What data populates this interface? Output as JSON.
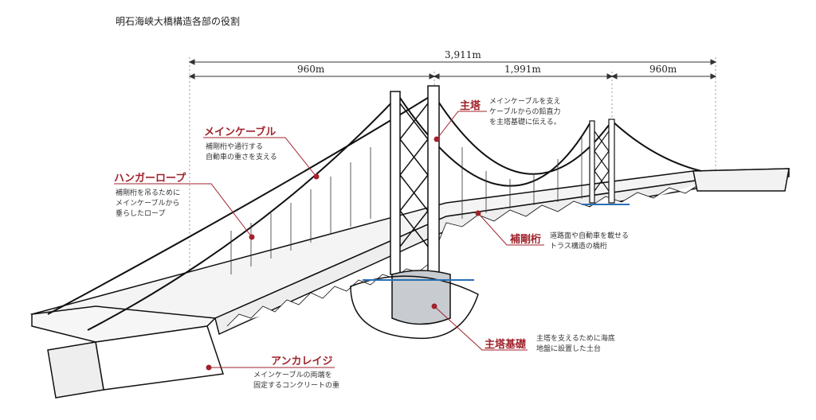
{
  "title": "明石海峡大橋構造各部の役割",
  "dimensions": {
    "total": "3,911m",
    "side_left": "960m",
    "center": "1,991m",
    "side_right": "960m"
  },
  "labels": [
    {
      "id": "main-cable",
      "name": "メインケーブル",
      "desc": "補剛桁や通行する\n自動車の重さを支える"
    },
    {
      "id": "hanger-rope",
      "name": "ハンガーロープ",
      "desc": "補剛桁を吊るために\nメインケーブルから\n垂らしたロープ"
    },
    {
      "id": "main-tower",
      "name": "主塔",
      "desc": "メインケーブルを支え\nケーブルからの鉛直力\nを主塔基礎に伝える。"
    },
    {
      "id": "stiffening-girder",
      "name": "補剛桁",
      "desc": "道路面や自動車を載せる\nトラス構造の橋桁"
    },
    {
      "id": "tower-foundation",
      "name": "主塔基礎",
      "desc": "主塔を支えるために海底\n地盤に設置した土台"
    },
    {
      "id": "anchorage",
      "name": "アンカレイジ",
      "desc": "メインケーブルの両端を\n固定するコンクリートの重"
    }
  ],
  "colors": {
    "label": "#a0232c",
    "water": "#2a6fb5",
    "line": "#111111"
  }
}
